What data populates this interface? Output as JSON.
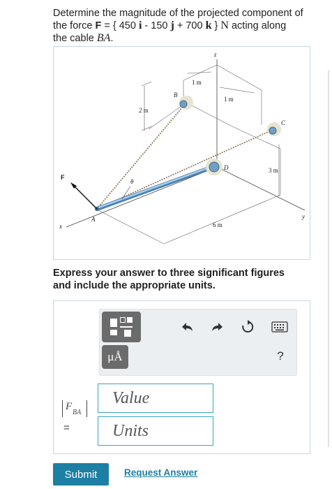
{
  "problem": {
    "line1": "Determine the magnitude of the projected component of",
    "line2_pre": "the force ",
    "force_symbol": "F",
    "line2_eq": " = { 450 ",
    "i": "i",
    "line2_mid1": " - 150 ",
    "j": "j",
    "line2_mid2": " + 700 ",
    "k": "k",
    "line2_end": " } ",
    "unit_N": "N",
    "line2_tail": " acting along",
    "line3_pre": "the cable ",
    "cable": "BA",
    "line3_end": "."
  },
  "figure": {
    "labels": {
      "z": "z",
      "y": "y",
      "x": "x",
      "A": "A",
      "B": "B",
      "C": "C",
      "D": "D",
      "F": "F",
      "theta": "θ",
      "dim_1m_a": "1 m",
      "dim_1m_b": "1 m",
      "dim_2m": "2 m",
      "dim_3m": "3 m",
      "dim_6m": "6 m"
    }
  },
  "instructions": {
    "line1": "Express your answer to three significant figures",
    "line2": "and include the appropriate units."
  },
  "toolbar": {
    "units_label": "μÅ",
    "help_label": "?",
    "icons": [
      "templates-icon",
      "units-icon",
      "undo-icon",
      "redo-icon",
      "reset-icon",
      "keyboard-icon",
      "help-icon"
    ]
  },
  "answer": {
    "variable": "F",
    "subscript": "BA",
    "equals": "=",
    "value_placeholder": "Value",
    "units_placeholder": "Units"
  },
  "actions": {
    "submit_label": "Submit",
    "request_label": "Request Answer"
  },
  "colors": {
    "accent": "#1d7fa3",
    "field_border": "#3aa5c8",
    "rod": "#7fb5e0"
  }
}
